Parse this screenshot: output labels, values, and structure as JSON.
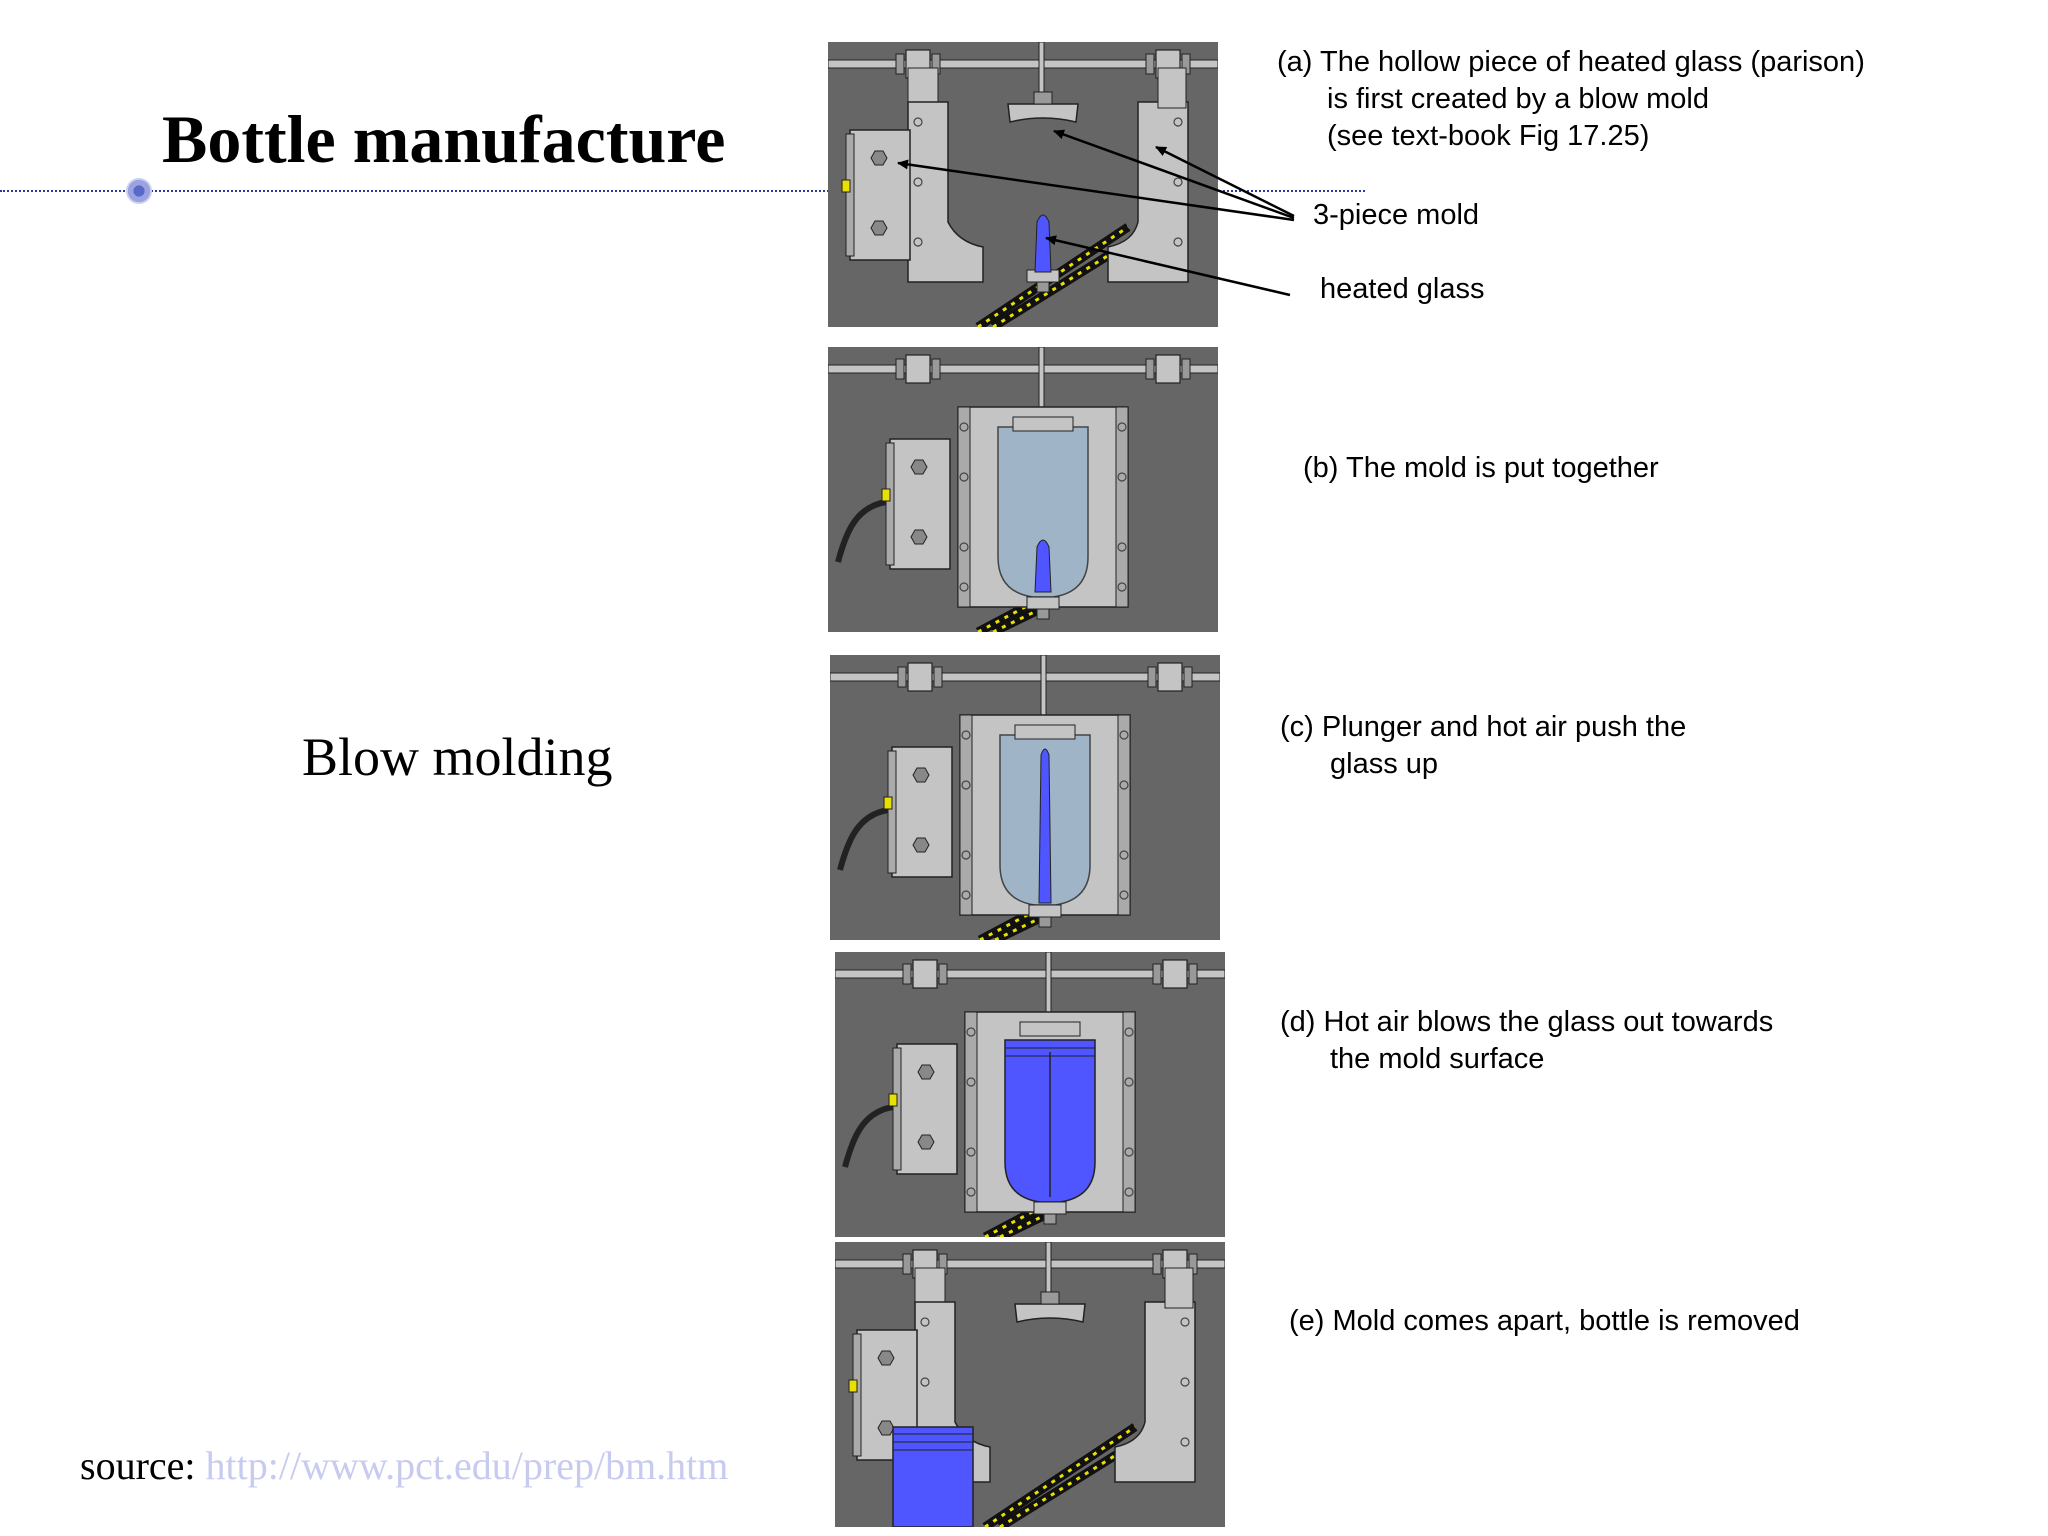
{
  "slide": {
    "title": "Bottle manufacture",
    "subtitle": "Blow molding",
    "source_label": "source: ",
    "source_link": "http://www.pct.edu/prep/bm.htm"
  },
  "steps": [
    {
      "lines": [
        "(a) The hollow piece of heated glass (parison)",
        "is first created by a blow mold",
        "(see text-book Fig 17.25)"
      ],
      "stage": "open-parison"
    },
    {
      "lines": [
        "(b) The mold is put together"
      ],
      "stage": "closed-parison"
    },
    {
      "lines": [
        "(c) Plunger and hot air push the",
        "glass up"
      ],
      "stage": "plunger"
    },
    {
      "lines": [
        "(d) Hot air blows the glass out towards",
        "the mold surface"
      ],
      "stage": "blown"
    },
    {
      "lines": [
        "(e) Mold comes apart, bottle is removed"
      ],
      "stage": "removed"
    }
  ],
  "callouts": {
    "mold": "3-piece mold",
    "glass": "heated glass"
  },
  "colors": {
    "background": "#666666",
    "metal": "#c4c4c4",
    "glass": "#4f55ff",
    "divider": "#2b3a9a",
    "link": "#c7cbf0"
  }
}
